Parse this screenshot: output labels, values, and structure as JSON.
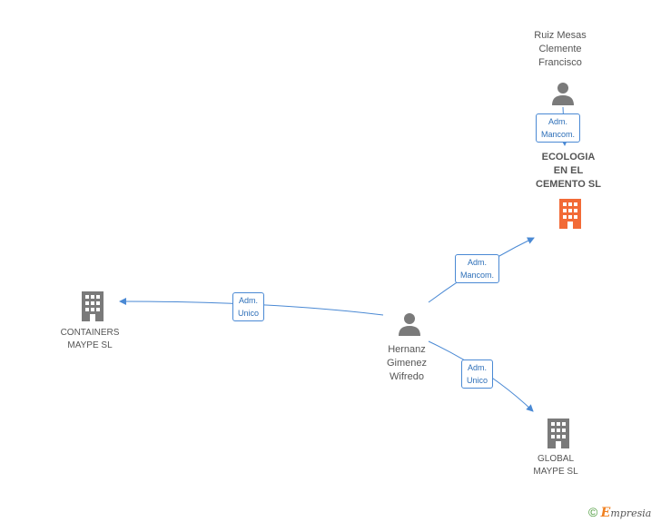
{
  "colors": {
    "edge": "#4a89d4",
    "person": "#7a7a7a",
    "company": "#7a7a7a",
    "company_highlight": "#f26a36"
  },
  "nodes": {
    "ruiz": {
      "label": "Ruiz Mesas\nClemente\nFrancisco",
      "type": "person"
    },
    "ecologia": {
      "label": "ECOLOGIA\nEN EL\nCEMENTO SL",
      "type": "company-highlight"
    },
    "containers": {
      "label": "CONTAINERS\nMAYPE SL",
      "type": "company"
    },
    "hernanz": {
      "label": "Hernanz\nGimenez\nWifredo",
      "type": "person"
    },
    "global": {
      "label": "GLOBAL\nMAYPE SL",
      "type": "company"
    }
  },
  "edges": {
    "ruiz_ecologia": {
      "label": "Adm.\nMancom."
    },
    "hernanz_ecologia": {
      "label": "Adm.\nMancom."
    },
    "hernanz_containers": {
      "label": "Adm.\nUnico"
    },
    "hernanz_global": {
      "label": "Adm.\nUnico"
    }
  },
  "footer": {
    "copyright": "©",
    "brand_initial": "E",
    "brand_rest": "mpresia"
  }
}
